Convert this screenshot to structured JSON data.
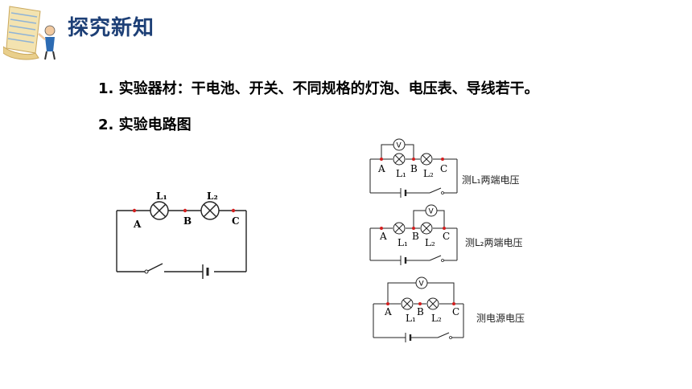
{
  "header": {
    "title": "探究新知",
    "icon": "scroll-person-icon",
    "accent": "#1d3f76"
  },
  "content": {
    "line1": "1. 实验器材：干电池、开关、不同规格的灯泡、电压表、导线若干。",
    "line2": "2. 实验电路图"
  },
  "main_circuit": {
    "lamp1": "L₁",
    "lamp2": "L₂",
    "point_a": "A",
    "point_b": "B",
    "point_c": "C"
  },
  "circuits": [
    {
      "caption": "测L₁两端电压",
      "meter": "V",
      "a": "A",
      "b": "B",
      "c": "C",
      "l1": "L₁",
      "l2": "L₂"
    },
    {
      "caption": "测L₂两端电压",
      "meter": "V",
      "a": "A",
      "b": "B",
      "c": "C",
      "l1": "L₁",
      "l2": "L₂"
    },
    {
      "caption": "测电源电压",
      "meter": "V",
      "a": "A",
      "b": "B",
      "c": "C",
      "l1": "L₁",
      "l2": "L₂"
    }
  ],
  "colors": {
    "node": "#d21f1f",
    "wire": "#222222"
  }
}
